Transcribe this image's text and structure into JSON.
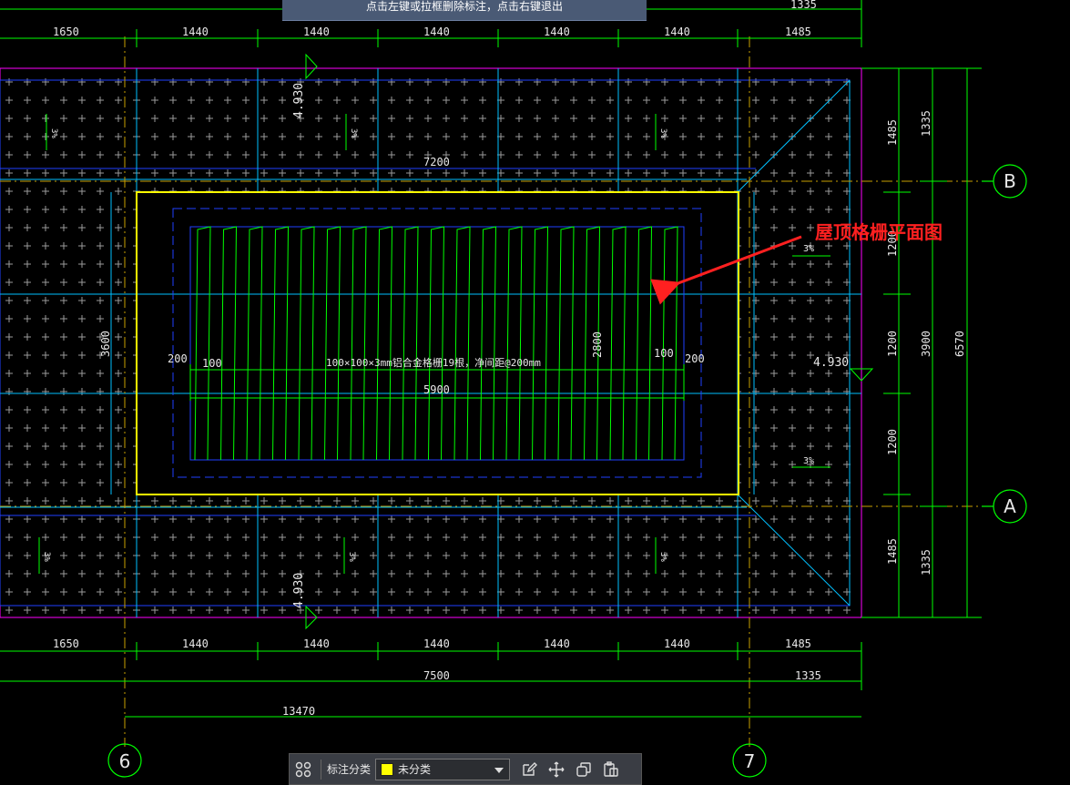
{
  "tip_bar": {
    "text": "点击左键或拉框删除标注，点击右键退出"
  },
  "drawing": {
    "callout": "屋顶格栅平面图",
    "grid_labels": [
      "B",
      "A",
      "6",
      "7"
    ],
    "top_dims": [
      "1650",
      "1440",
      "1440",
      "1440",
      "1440",
      "1440",
      "1485"
    ],
    "top_right_dim": "1335",
    "bottom_dims": [
      "1650",
      "1440",
      "1440",
      "1440",
      "1440",
      "1440",
      "1485"
    ],
    "bottom_total_a": "7500",
    "bottom_total_b": "1335",
    "bottom_total_c": "13470",
    "right_dims_inner": [
      "1485",
      "1200",
      "1200",
      "1200",
      "1485"
    ],
    "right_dims_mid": [
      "1335",
      "3900",
      "1335"
    ],
    "right_dim_outer": "6570",
    "dim_7200": "7200",
    "dim_3600": "3600",
    "dim_2800": "2800",
    "dim_5900": "5900",
    "dim_200_left": "200",
    "dim_100_left": "100",
    "dim_100_right": "100",
    "dim_200_right": "200",
    "elev_top": "4.930",
    "elev_bottom": "4.930",
    "elev_right": "4.930",
    "grille_note": "100×100×3mm铝合金格栅19根，净间距@200mm",
    "slope_label": "3%"
  },
  "toolbar": {
    "label": "标注分类",
    "select_value": "未分类"
  },
  "colors": {
    "green": "#00ff00",
    "yellow": "#ffff00",
    "blue": "#2040ff",
    "cyan": "#00c0ff",
    "magenta": "#ff00ff",
    "red": "#ff2020"
  }
}
